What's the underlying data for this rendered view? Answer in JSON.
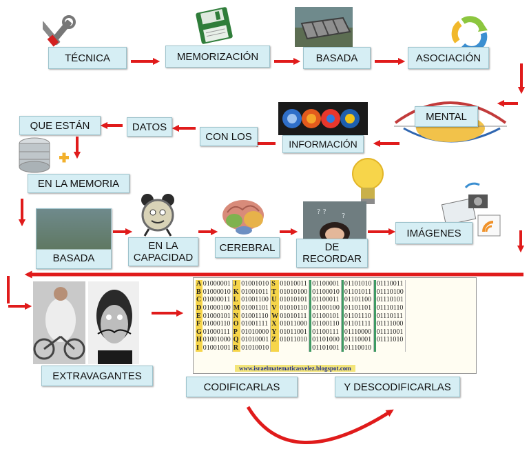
{
  "nodes": {
    "tecnica": "TÉCNICA",
    "memorizacion": "MEMORIZACIÓN",
    "basada1": "BASADA",
    "asociacion": "ASOCIACIÓN",
    "mental": "MENTAL",
    "informacion": "INFORMACIÓN",
    "con_los": "CON LOS",
    "datos": "DATOS",
    "que_estan": "QUE ESTÁN",
    "en_la_memoria": "EN LA MEMORIA",
    "basada2": "BASADA",
    "en_la_capacidad": "EN LA CAPACIDAD",
    "cerebral": "CEREBRAL",
    "de_recordar": "DE RECORDAR",
    "imagenes": "IMÁGENES",
    "extravagantes": "EXTRAVAGANTES",
    "codificarlas": "CODIFICARLAS",
    "y_descodificarlas": "Y DESCODIFICARLAS"
  },
  "binary_table": {
    "columns": [
      [
        [
          "A",
          "01000001"
        ],
        [
          "B",
          "01000010"
        ],
        [
          "C",
          "01000011"
        ],
        [
          "D",
          "01000100"
        ],
        [
          "E",
          "01000101"
        ],
        [
          "F",
          "01000110"
        ],
        [
          "G",
          "01000111"
        ],
        [
          "H",
          "01001000"
        ],
        [
          "I",
          "01001001"
        ]
      ],
      [
        [
          "J",
          "01001010"
        ],
        [
          "K",
          "01001011"
        ],
        [
          "L",
          "01001100"
        ],
        [
          "M",
          "01001101"
        ],
        [
          "N",
          "01001110"
        ],
        [
          "O",
          "01001111"
        ],
        [
          "P",
          "01010000"
        ],
        [
          "Q",
          "01010001"
        ],
        [
          "R",
          "01010010"
        ]
      ],
      [
        [
          "S",
          "01010011"
        ],
        [
          "T",
          "01010100"
        ],
        [
          "U",
          "01010101"
        ],
        [
          "V",
          "01010110"
        ],
        [
          "W",
          "01010111"
        ],
        [
          "X",
          "01011000"
        ],
        [
          "Y",
          "01011001"
        ],
        [
          "Z",
          "01011010"
        ],
        [
          "",
          ""
        ]
      ],
      [
        [
          "",
          "01100001"
        ],
        [
          "",
          "01100010"
        ],
        [
          "",
          "01100011"
        ],
        [
          "",
          "01100100"
        ],
        [
          "",
          "01100101"
        ],
        [
          "",
          "01100110"
        ],
        [
          "",
          "01100111"
        ],
        [
          "",
          "01101000"
        ],
        [
          "",
          "01101001"
        ]
      ],
      [
        [
          "",
          "01101010"
        ],
        [
          "",
          "01101011"
        ],
        [
          "",
          "01101100"
        ],
        [
          "",
          "01101101"
        ],
        [
          "",
          "01101110"
        ],
        [
          "",
          "01101111"
        ],
        [
          "",
          "01110000"
        ],
        [
          "",
          "01110001"
        ],
        [
          "",
          "01110010"
        ]
      ],
      [
        [
          "",
          "01110011"
        ],
        [
          "",
          "01110100"
        ],
        [
          "",
          "01110101"
        ],
        [
          "",
          "01110110"
        ],
        [
          "",
          "01110111"
        ],
        [
          "",
          "01111000"
        ],
        [
          "",
          "01111001"
        ],
        [
          "",
          "01111010"
        ],
        [
          "",
          ""
        ]
      ]
    ],
    "url": "www.israelmatematicasvelez.blogspot.com"
  },
  "colors": {
    "arrow": "#e01b1b",
    "box": "#d6eef4"
  },
  "icons": [
    "tools-icon",
    "floppy-disk-icon",
    "bed-frame-image",
    "recycle-icon",
    "cycle-diagram-image",
    "browser-logos-image",
    "database-icon",
    "alarm-clock-image",
    "brain-image",
    "lightbulb-image",
    "thinking-woman-image",
    "devices-icon",
    "cyclist-image",
    "dali-portrait-image"
  ]
}
